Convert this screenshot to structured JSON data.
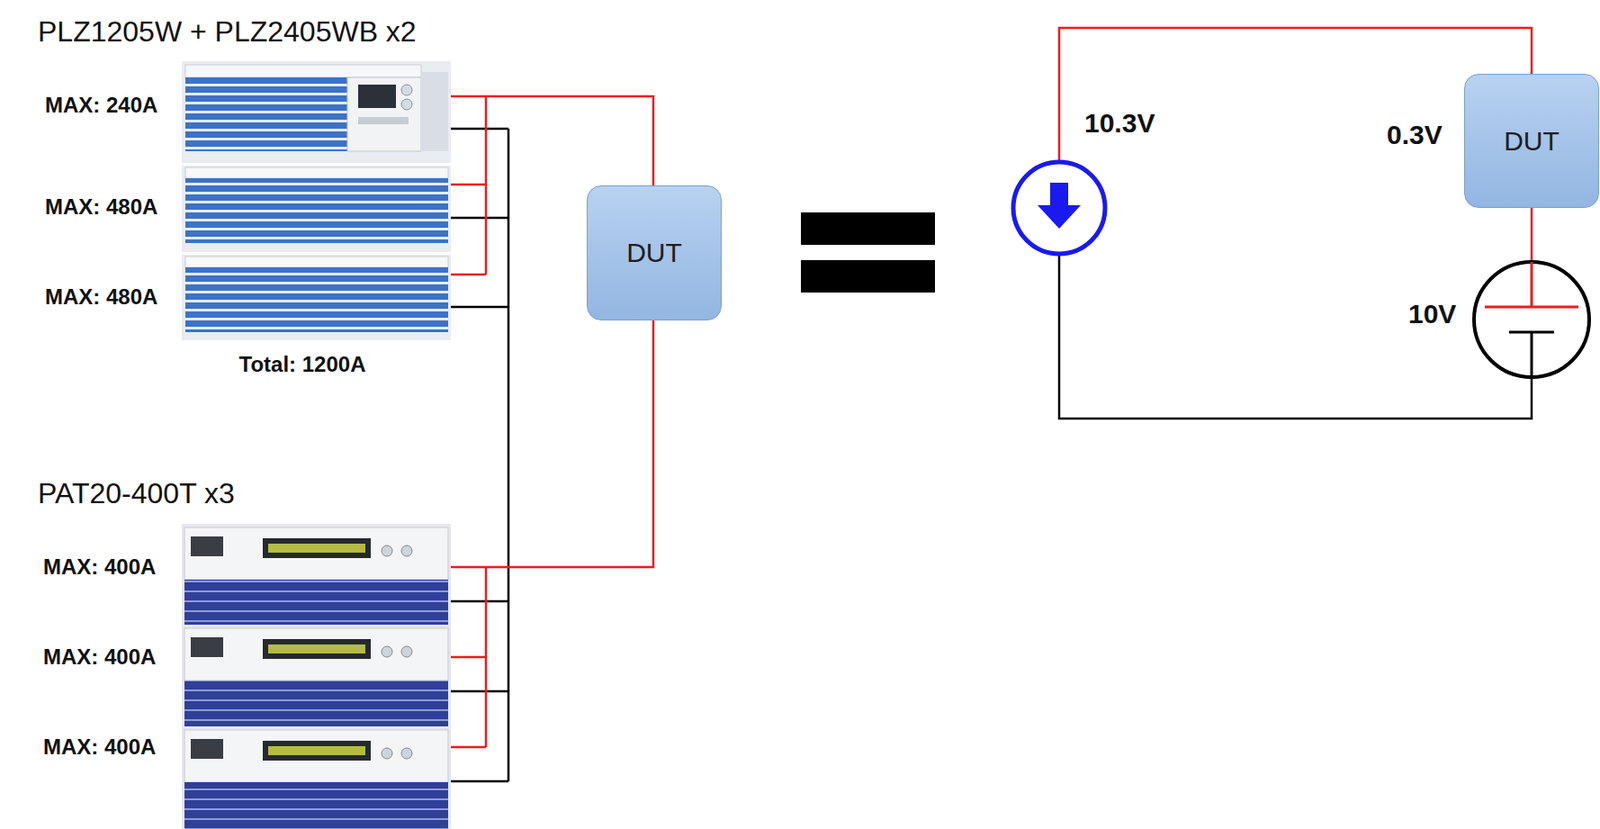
{
  "diagram": {
    "nodes": [
      {
        "text": [
          "DUT"
        ]
      },
      {
        "text": [
          "DUT"
        ]
      }
    ],
    "labels": [
      "PLZ1205W + PLZ2405WB x2",
      "MAX: 240A",
      "MAX: 480A",
      "MAX: 480A",
      "Total: 1200A",
      "PAT20-400T x3",
      "MAX: 400A",
      "MAX: 400A",
      "MAX: 400A",
      "10.3V",
      "0.3V",
      "10V"
    ]
  }
}
